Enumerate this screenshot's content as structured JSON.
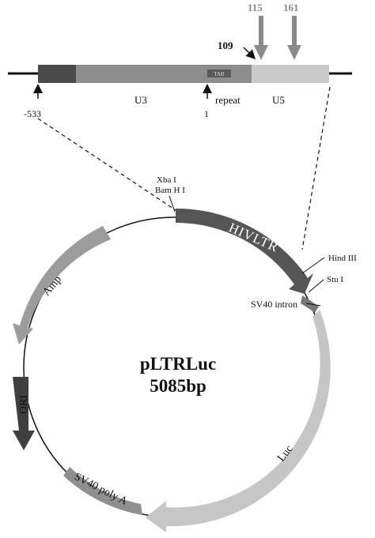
{
  "ltr_map": {
    "segments": [
      "U3",
      "repeat",
      "U5"
    ],
    "tar_label": "TAR",
    "positions": [
      "-533",
      "1",
      "109",
      "115",
      "161"
    ]
  },
  "restriction_sites": [
    "Xba I",
    "Bam H I",
    "Hind III",
    "Stu I"
  ],
  "plasmid": {
    "name": "pLTRLuc",
    "size": "5085bp",
    "features": [
      "HIVLTR",
      "SV40 intron",
      "Luc",
      "SV40 poly A",
      "ORI",
      "Amp"
    ]
  },
  "colors": {
    "dark": "#505050",
    "medium": "#8c8c8c",
    "light": "#c4c4c4",
    "arrow_gray": "#8a8a8a"
  }
}
